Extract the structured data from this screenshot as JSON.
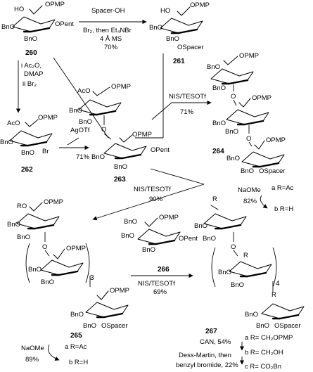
{
  "compounds": {
    "c260": {
      "number": "260",
      "substituents": [
        "HO",
        "OPMP",
        "BnO",
        "BnO",
        "OPent"
      ]
    },
    "c261": {
      "number": "261",
      "substituents": [
        "HO",
        "OPMP",
        "BnO",
        "BnO",
        "OSpacer"
      ]
    },
    "c262": {
      "number": "262",
      "substituents": [
        "AcO",
        "OPMP",
        "BnO",
        "BnO",
        "Br"
      ]
    },
    "c263": {
      "number": "263",
      "substituents": [
        "AcO",
        "OPMP",
        "BnO",
        "BnO",
        "O",
        "OPMP",
        "BnO",
        "BnO",
        "OPent"
      ]
    },
    "c264": {
      "number": "264",
      "substituents": [
        "BnO",
        "OPMP",
        "BnO",
        "BnO",
        "O",
        "OPMP",
        "BnO",
        "BnO",
        "O",
        "OPMP",
        "BnO",
        "BnO",
        "OSpacer"
      ]
    },
    "c265": {
      "number": "265",
      "substituents": [
        "RO",
        "OPMP",
        "BnO",
        "BnO",
        "O",
        "OPMP",
        "BnO",
        "BnO",
        "3",
        "OPMP",
        "BnO",
        "BnO",
        "OSpacer"
      ],
      "variants": [
        "a R=Ac",
        "b R=H"
      ]
    },
    "c266": {
      "number": "266",
      "substituents": [
        "BnO",
        "OPMP",
        "BnO",
        "BnO",
        "OPent"
      ]
    },
    "c267": {
      "number": "267",
      "substituents": [
        "R",
        "BnO",
        "BnO",
        "O",
        "R",
        "BnO",
        "BnO",
        "4",
        "R",
        "BnO",
        "BnO",
        "OSpacer"
      ],
      "variants": [
        "a R= CH₂OPMP",
        "b R= CH₂OH",
        "c R= CO₂Bn"
      ]
    }
  },
  "reactions": {
    "r1": {
      "above": "Spacer-OH",
      "below": [
        "Br₂, then Et₄NBr",
        "4 Å MS",
        "70%"
      ]
    },
    "r2": {
      "lines": [
        "i Ac₂O,",
        "DMAP",
        "ii Br₂"
      ]
    },
    "r3": {
      "reagent": "AgOTf",
      "yield": "71%"
    },
    "r4": {
      "reagent": "NIS/TESOTf",
      "yield": "71%"
    },
    "r5": {
      "reagent": "NIS/TESOTf",
      "yield": "90%"
    },
    "r6": {
      "reagent": "NaOMe",
      "yield": "82%",
      "variants": [
        "a R=Ac",
        "b R=H"
      ]
    },
    "r7": {
      "reagent": "NIS/TESOTf",
      "yield": "69%"
    },
    "r8": {
      "reagent": "NaOMe",
      "yield": "89%"
    },
    "r9": {
      "lines": [
        "CAN, 54%",
        "Dess-Martin, then",
        "benzyl bromide, 22%"
      ]
    }
  }
}
